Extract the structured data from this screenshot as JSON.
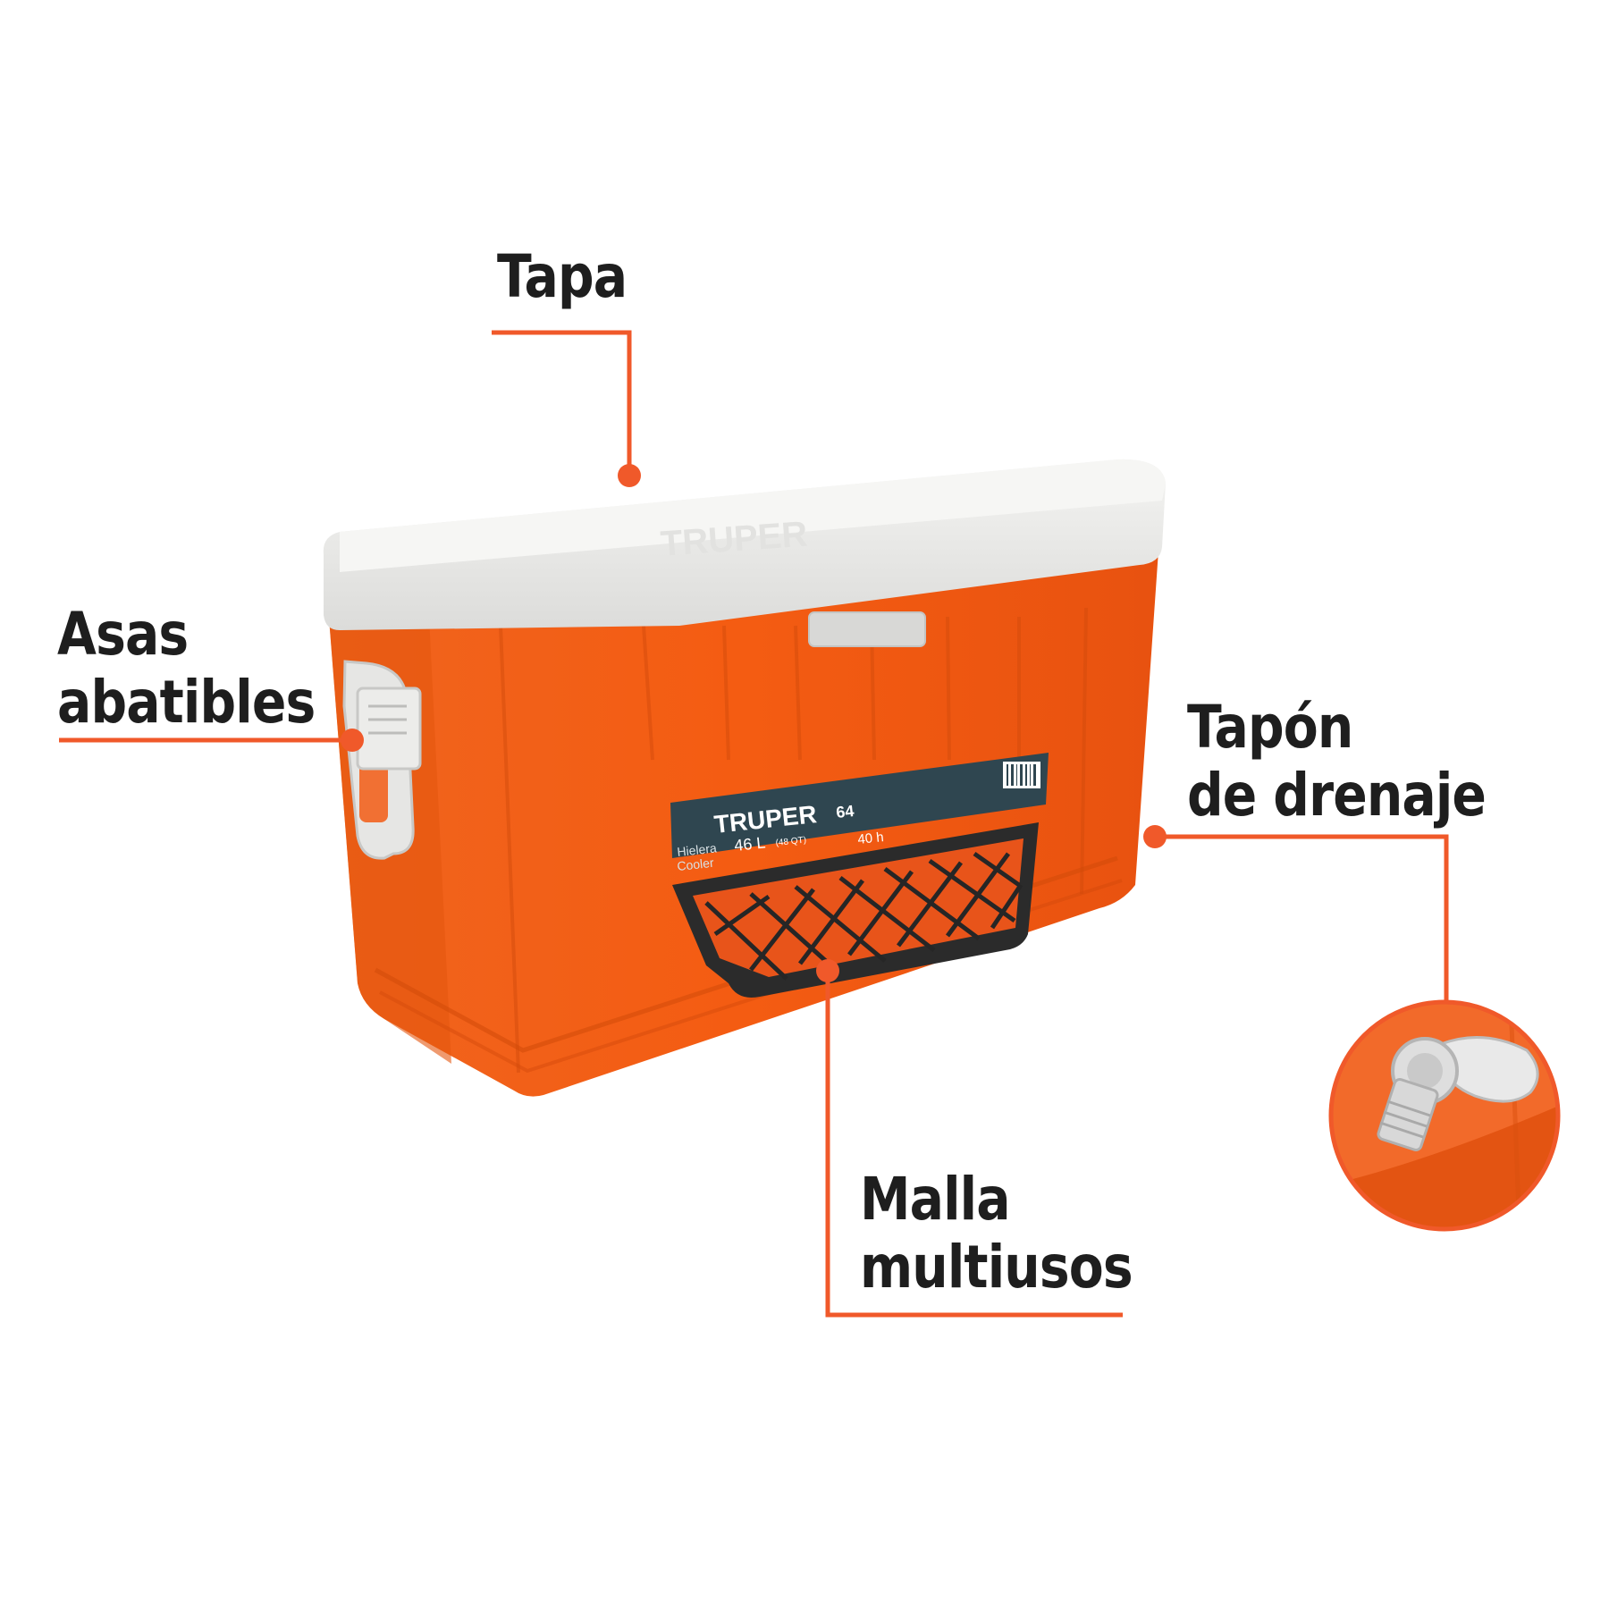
{
  "callouts": {
    "tapa": "Tapa",
    "asas": [
      "Asas",
      "abatibles"
    ],
    "tapon": [
      "Tapón",
      "de drenaje"
    ],
    "malla": [
      "Malla",
      "multiusos"
    ]
  },
  "product_label": {
    "brand": "TRUPER",
    "name_es": "Hielera",
    "name_en": "Cooler",
    "capacity": "46 L",
    "capacity_alt": "(48 QT)",
    "cans": "64",
    "hours": "40 h"
  },
  "colors": {
    "accent": "#f0592a",
    "cooler_orange": "#f25a14",
    "lid": "#eeeeec",
    "label_panel": "#2f4650",
    "text": "#1e1e1e"
  }
}
